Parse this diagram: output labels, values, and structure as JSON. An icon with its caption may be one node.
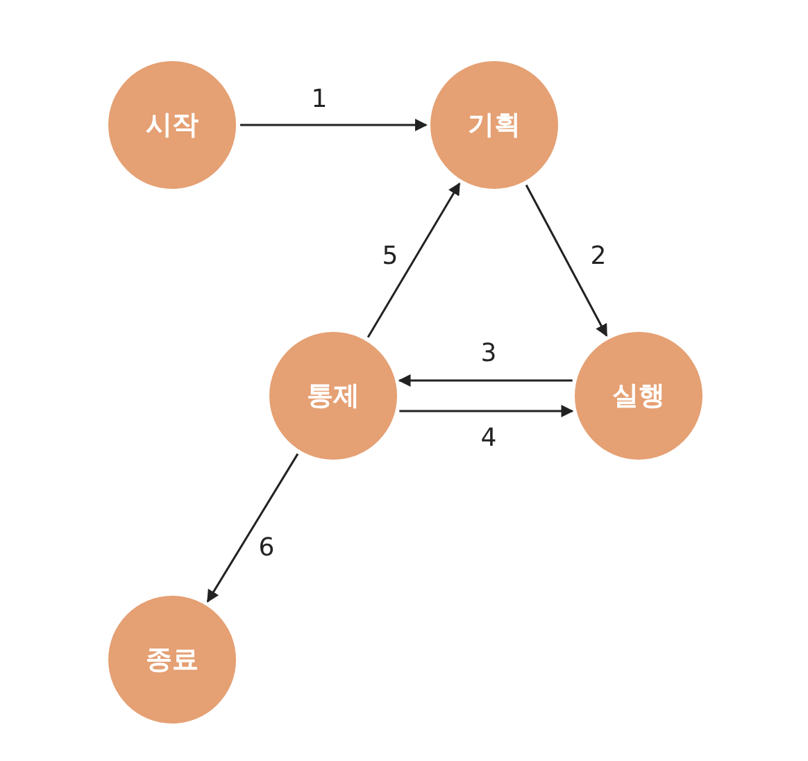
{
  "diagram": {
    "nodes": [
      {
        "text": [
          "시작"
        ]
      },
      {
        "text": [
          "기획"
        ]
      },
      {
        "text": [
          "실행"
        ]
      },
      {
        "text": [
          "통제"
        ]
      },
      {
        "text": [
          "종료"
        ]
      }
    ],
    "edges": [
      {
        "from": 0,
        "to": 1,
        "arrow": "to",
        "label": "1"
      },
      {
        "from": 1,
        "to": 2,
        "arrow": "to",
        "label": "2"
      },
      {
        "from": 2,
        "to": 3,
        "arrow": "to",
        "label": "3"
      },
      {
        "from": 3,
        "to": 2,
        "arrow": "to",
        "label": "4"
      },
      {
        "from": 3,
        "to": 1,
        "arrow": "to",
        "label": "5"
      },
      {
        "from": 3,
        "to": 4,
        "arrow": "to",
        "label": "6"
      }
    ]
  }
}
